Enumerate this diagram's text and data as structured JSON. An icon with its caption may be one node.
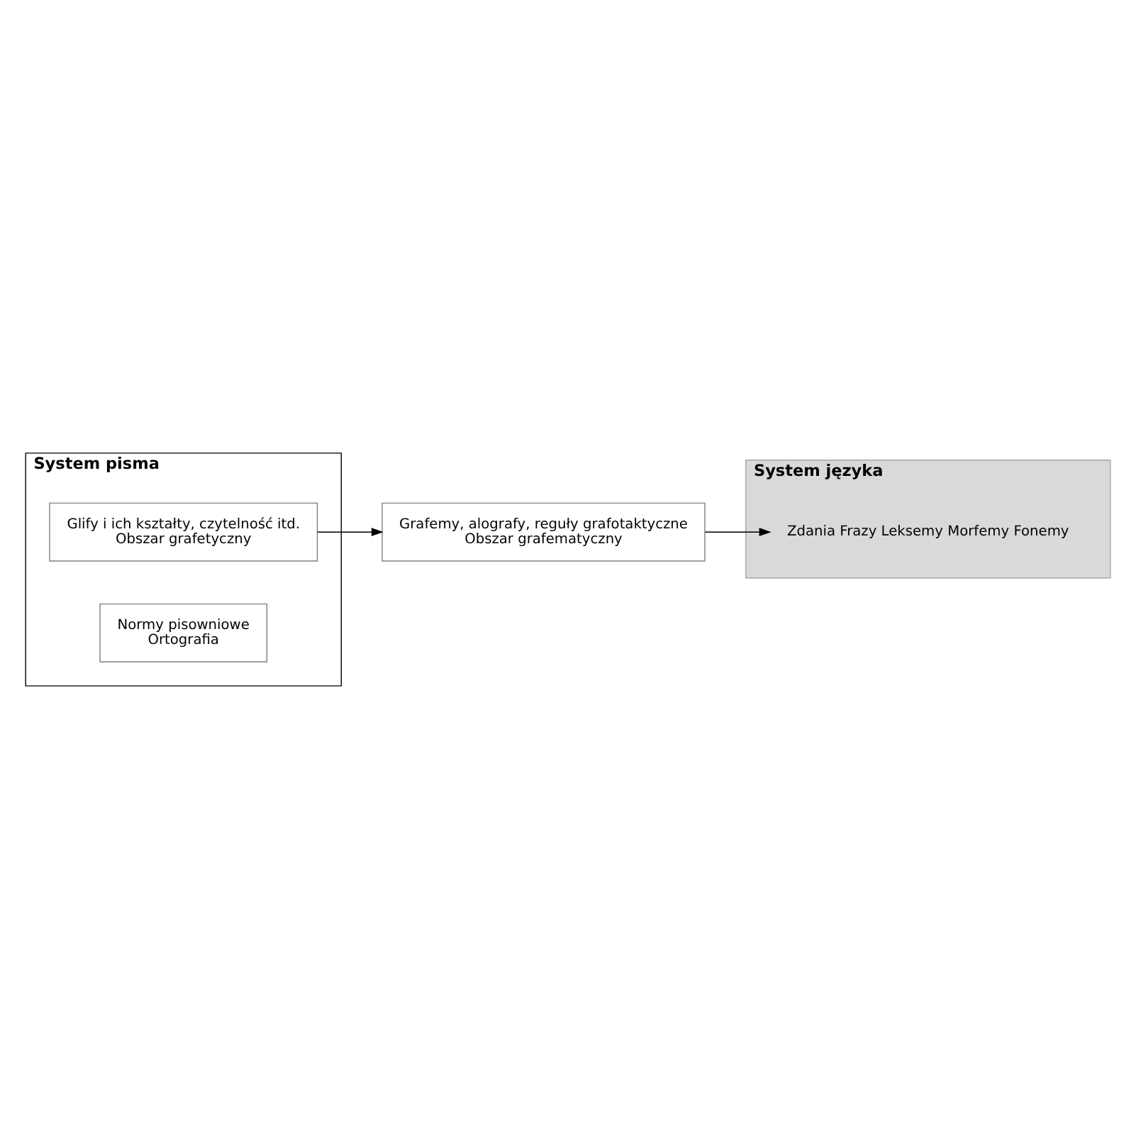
{
  "diagram": {
    "nodes": [
      {
        "text": [
          "System języka"
        ]
      },
      {
        "text": [
          "Zdania Frazy Leksemy Morfemy Fonemy"
        ],
        "in": 0
      },
      {
        "text": [
          "System pisma"
        ]
      },
      {
        "text": [
          "Glify i ich kształty, czytelność itd.",
          "Obszar grafetyczny"
        ],
        "in": 2
      },
      {
        "text": [
          "Grafemy, alografy, reguły grafotaktyczne",
          "Obszar grafematyczny"
        ]
      },
      {
        "text": [
          "Normy pisowniowe",
          "Ortografia"
        ],
        "in": 2
      }
    ],
    "edges": [
      {
        "from": 3,
        "to": 4,
        "arrow": "to"
      },
      {
        "from": 4,
        "to": 1,
        "arrow": "to"
      }
    ]
  }
}
